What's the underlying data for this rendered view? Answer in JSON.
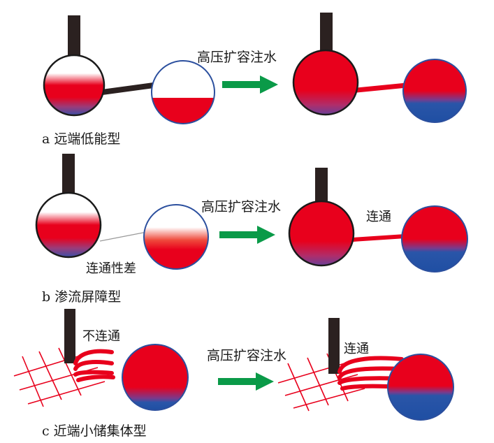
{
  "colors": {
    "water": "#e8001c",
    "oil": "#1f4fa3",
    "arrow": "#0a9a48",
    "well": "#2b2120",
    "fracture": "#e8001c",
    "outline": "#1a1a1a",
    "outline_blue": "#2b4f9e"
  },
  "panels": [
    {
      "caption": "a 远端低能型",
      "process_label": "高压扩容注水"
    },
    {
      "caption": "b 渗流屏障型",
      "process_label": "高压扩容注水",
      "before_note": "连通性差",
      "after_note": "连通"
    },
    {
      "caption": "c 近端小储集体型",
      "process_label": "高压扩容注水",
      "before_note": "不连通",
      "after_note": "连通"
    }
  ]
}
